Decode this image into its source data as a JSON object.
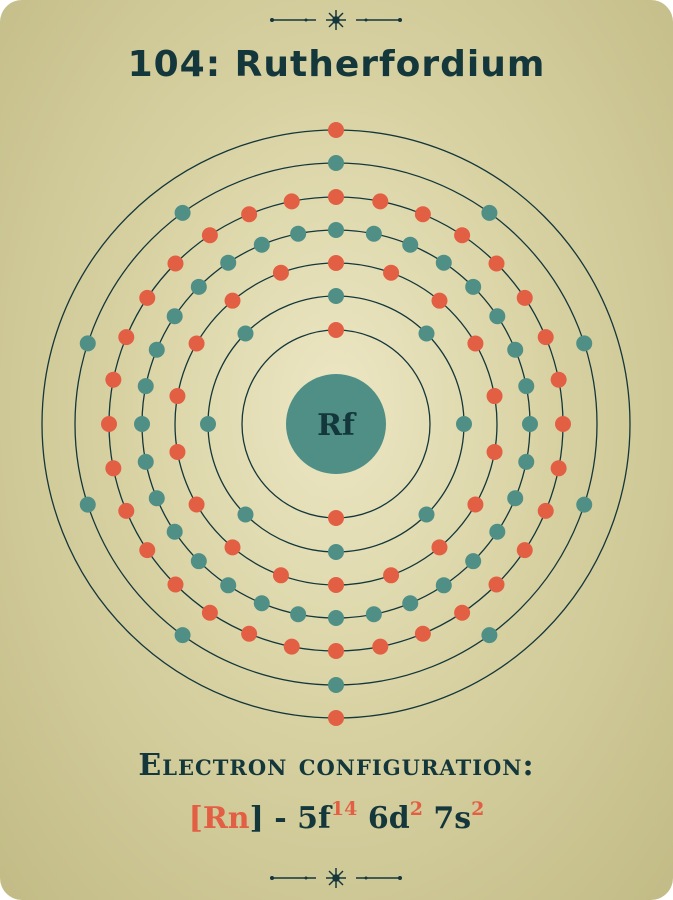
{
  "title": "104: Rutherfordium",
  "element": {
    "atomic_number": 104,
    "name": "Rutherfordium",
    "symbol": "Rf"
  },
  "nucleus_label": "Rf",
  "shells": [
    2,
    8,
    18,
    32,
    32,
    10,
    2
  ],
  "electron_configuration": {
    "label": "Electron configuration:",
    "core": "Rn",
    "open_bracket": "[",
    "close_bracket": "]",
    "separator": "-",
    "orbitals": [
      {
        "name": "5f",
        "count": "14"
      },
      {
        "name": "6d",
        "count": "2"
      },
      {
        "name": "7s",
        "count": "2"
      }
    ]
  },
  "colors": {
    "dark": "#14373b",
    "teal": "#4f8f86",
    "coral": "#e35f44",
    "nucleus": "#4f8f86",
    "background": "#d8d2a3"
  },
  "icons": {
    "top_ornament": "star-flourish-icon",
    "bottom_ornament": "star-flourish-icon"
  }
}
